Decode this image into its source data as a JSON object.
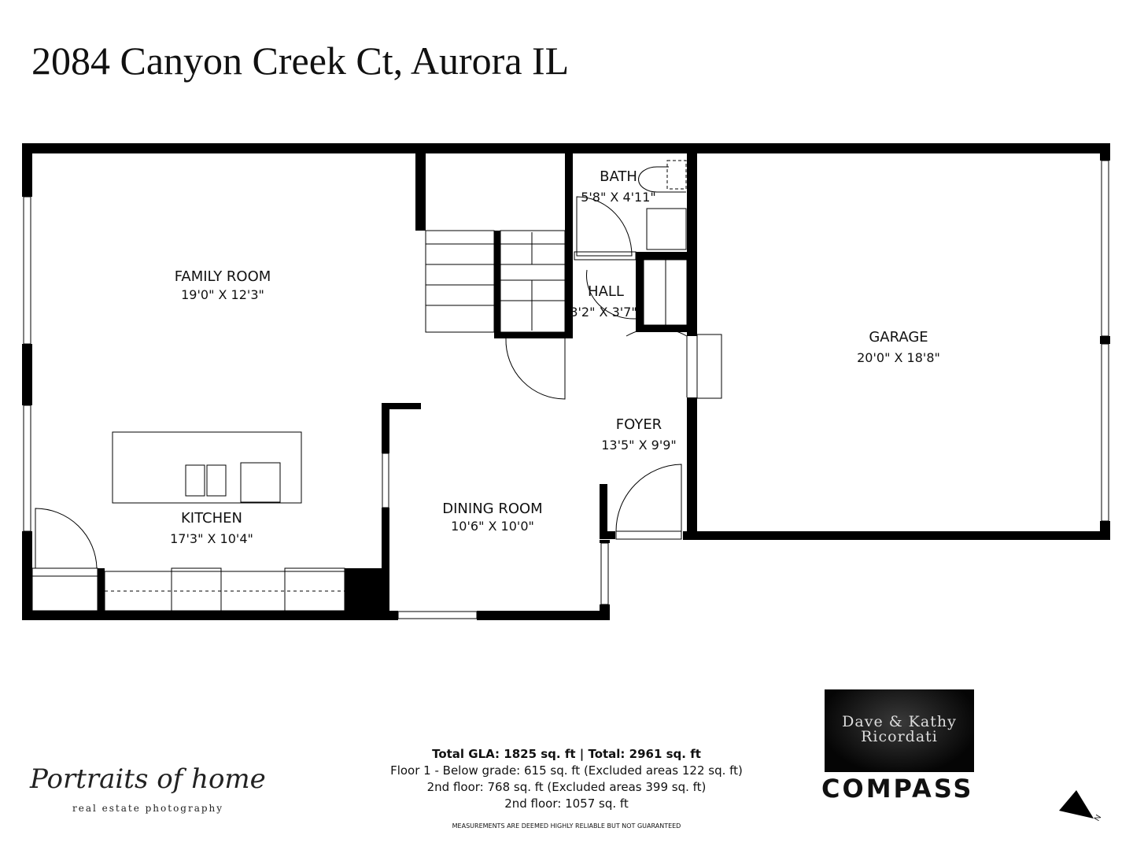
{
  "title": "2084 Canyon Creek Ct, Aurora IL",
  "rooms": {
    "family": {
      "name": "FAMILY ROOM",
      "dim": "19'0\" X 12'3\""
    },
    "kitchen": {
      "name": "KITCHEN",
      "dim": "17'3\" X 10'4\""
    },
    "dining": {
      "name": "DINING ROOM",
      "dim": "10'6\" X 10'0\""
    },
    "bath": {
      "name": "BATH",
      "dim": "5'8\" X 4'11\""
    },
    "hall": {
      "name": "HALL",
      "dim": "3'2\" X 3'7\""
    },
    "foyer": {
      "name": "FOYER",
      "dim": "13'5\" X 9'9\""
    },
    "garage": {
      "name": "GARAGE",
      "dim": "20'0\" X 18'8\""
    }
  },
  "stats": {
    "total": "Total GLA: 1825 sq. ft | Total: 2961 sq. ft",
    "line1": "Floor 1 - Below grade: 615 sq. ft (Excluded areas 122 sq. ft)",
    "line2": "2nd floor: 768 sq. ft (Excluded areas 399 sq. ft)",
    "line3": "2nd floor: 1057 sq. ft",
    "disclaimer": "MEASUREMENTS ARE DEEMED HIGHLY RELIABLE BUT NOT GUARANTEED"
  },
  "logos": {
    "photographer": "Portraits of home",
    "photographer_sub": "real estate photography",
    "agent": "Dave & Kathy Ricordati",
    "brokerage": "COMPASS",
    "north": "N"
  }
}
